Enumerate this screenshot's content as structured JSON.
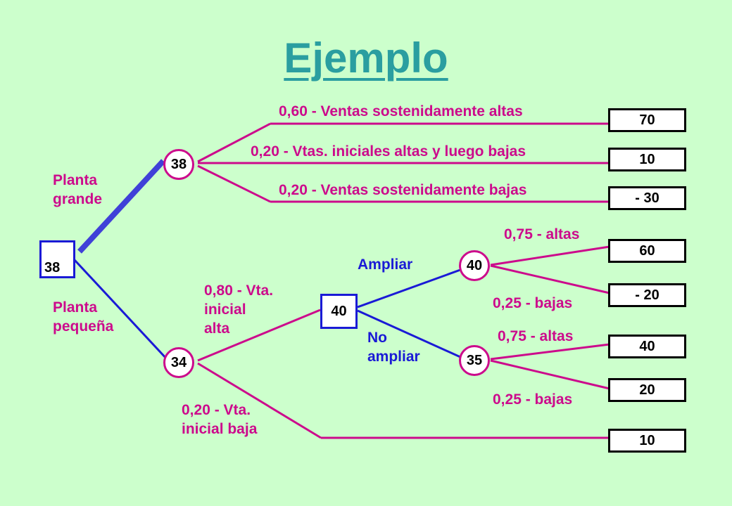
{
  "title": "Ejemplo",
  "colors": {
    "background": "#ccffcc",
    "chance_branch": "#cc0a8c",
    "decision_branch": "#1a1ad6",
    "title": "#2a9ea0"
  },
  "decision_root": {
    "value": "38",
    "option_large": "Planta\ngrande",
    "option_small": "Planta\npequeña"
  },
  "node_large": {
    "value": "38"
  },
  "node_small": {
    "value": "34"
  },
  "decision_expand": {
    "value": "40",
    "option_expand": "Ampliar",
    "option_no_expand": "No\nampliar"
  },
  "node_expand": {
    "value": "40"
  },
  "node_no_expand": {
    "value": "35"
  },
  "branches": {
    "large_high": "0,60 - Ventas sostenidamente altas",
    "large_mixed": "0,20 - Vtas. iniciales altas y luego bajas",
    "large_low": "0,20 - Ventas sostenidamente bajas",
    "small_high": "0,80 - Vta.\ninicial\nalta",
    "small_low": "0,20 - Vta.\ninicial baja",
    "expand_high": "0,75 - altas",
    "expand_low": "0,25 - bajas",
    "noexpand_high": "0,75 - altas",
    "noexpand_low": "0,25 - bajas"
  },
  "outcomes": [
    "70",
    "10",
    "- 30",
    "60",
    "- 20",
    "40",
    "20",
    "10"
  ]
}
